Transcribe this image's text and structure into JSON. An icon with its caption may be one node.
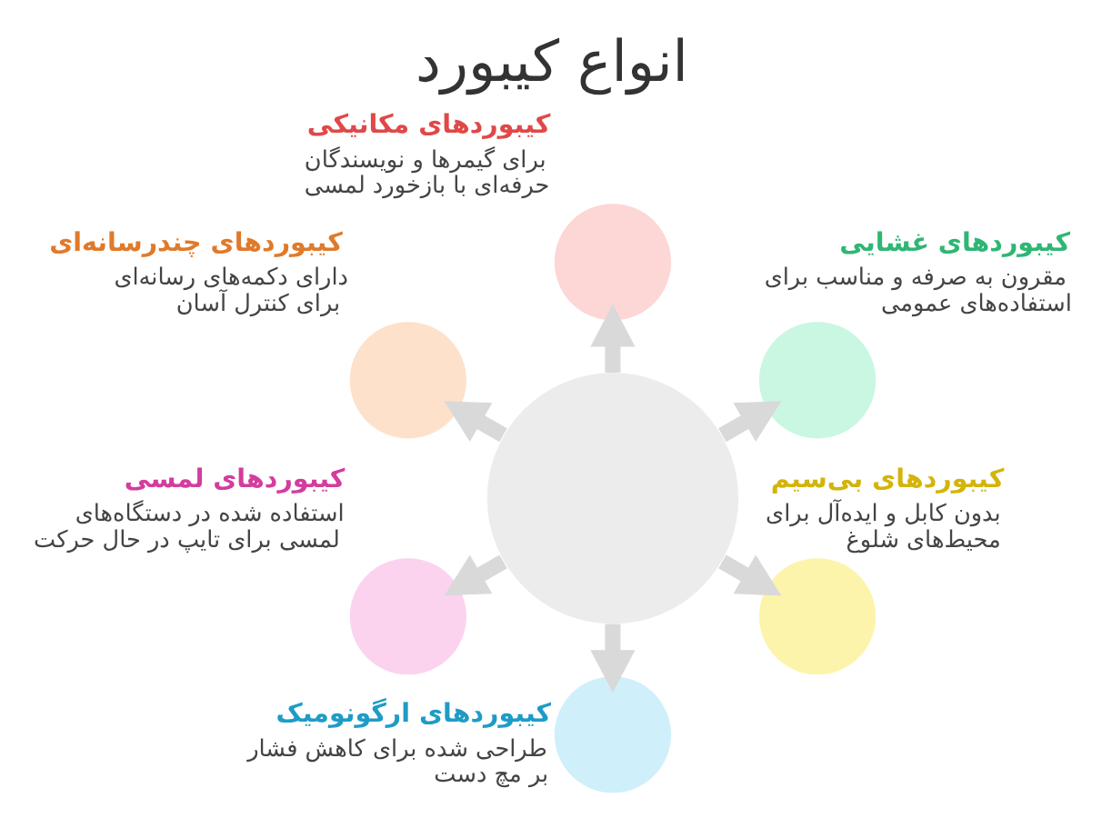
{
  "diagram": {
    "title": "انواع کیبورد",
    "nodes": [
      {
        "text": [],
        "shape": "circle"
      },
      {
        "text": [],
        "shape": "circle",
        "beside": [
          "کیبوردهای مکانیکی",
          "برای گیمرها و نویسندگان حرفه‌ای با بازخورد لمسی"
        ]
      },
      {
        "text": [],
        "shape": "circle",
        "beside": [
          "کیبوردهای غشایی",
          "مقرون به صرفه و مناسب برای استفاده‌های عمومی"
        ]
      },
      {
        "text": [],
        "shape": "circle",
        "beside": [
          "کیبوردهای چندرسانه‌ای",
          "دارای دکمه‌های رسانه‌ای برای کنترل آسان"
        ]
      },
      {
        "text": [],
        "shape": "circle",
        "beside": [
          "کیبوردهای بی‌سیم",
          "بدون کابل و ایده‌آل برای محیط‌های شلوغ"
        ]
      },
      {
        "text": [],
        "shape": "circle",
        "beside": [
          "کیبوردهای لمسی",
          "استفاده شده در دستگاه‌های لمسی برای تایپ در حال حرکت"
        ]
      },
      {
        "text": [],
        "shape": "circle",
        "beside": [
          "کیبوردهای ارگونومیک",
          "طراحی شده برای کاهش فشار بر مچ دست"
        ]
      }
    ],
    "edges": [
      {
        "from": 0,
        "to": 1,
        "arrow": "to"
      },
      {
        "from": 0,
        "to": 2,
        "arrow": "to"
      },
      {
        "from": 0,
        "to": 3,
        "arrow": "to"
      },
      {
        "from": 0,
        "to": 4,
        "arrow": "to"
      },
      {
        "from": 0,
        "to": 5,
        "arrow": "to"
      },
      {
        "from": 0,
        "to": 6,
        "arrow": "to"
      }
    ]
  }
}
